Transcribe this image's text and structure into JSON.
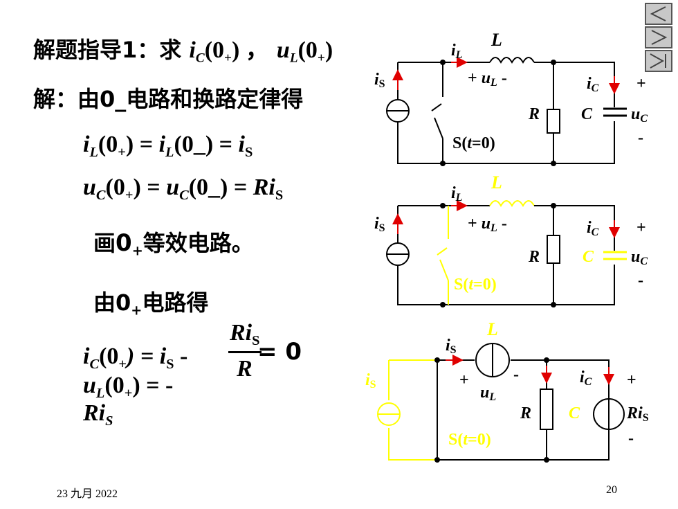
{
  "title": {
    "prefix": "解题指导1：求 ",
    "ic0": "i",
    "ic_sub": "C",
    "ic_arg": "(0",
    "ic_plus": "+",
    "ic_close": ") ，",
    "ul0": "u",
    "ul_sub": "L",
    "ul_arg": "(0",
    "ul_plus": "+",
    "ul_close": ")"
  },
  "solution": {
    "line1": "解：由0",
    "line1_minus": "_",
    "line1_rest": "电路和换路定律得",
    "eq1": {
      "lhs": "i",
      "lhs_sub": "L",
      "lhs_arg": "(0",
      "plus": "+",
      "mid": ") = ",
      "mid_i": "i",
      "mid_sub": "L",
      "mid_arg": "(0_) = ",
      "rhs": "i",
      "rhs_sub": "S"
    },
    "eq2": {
      "lhs": "u",
      "lhs_sub": "C",
      "lhs_arg": "(0",
      "plus": "+",
      "mid": ") = ",
      "mid_u": "u",
      "mid_sub": "C",
      "mid_arg": "(0_) = ",
      "rhs": "Ri",
      "rhs_sub": "S"
    },
    "draw": "画",
    "draw_zero": "0",
    "draw_plus": "+",
    "draw_rest": "等效电路。",
    "from": "由0",
    "from_plus": "+",
    "from_rest": "电路得",
    "eq3": {
      "lhs": "i",
      "lhs_sub": "C",
      "lhs_arg": "(0",
      "plus": "+",
      "mid": ") = i",
      "mid_sub": "S",
      "minus": " - ",
      "num": "Ri",
      "num_sub": "S",
      "den": "R",
      "result": "= 0"
    },
    "eq4": {
      "lhs": "u",
      "lhs_sub": "L",
      "lhs_arg": "(0",
      "plus": "+",
      "mid": ") = -",
      "line2": "Ri",
      "line2_sub": "S"
    }
  },
  "circuits": {
    "labels": {
      "iL": "i",
      "L_sub": "L",
      "L": "L",
      "uL": "+ u",
      "uL_minus": " -",
      "iS": "i",
      "S_sub": "S",
      "iC": "i",
      "C_sub": "C",
      "plus": "+",
      "minus": "-",
      "R": "R",
      "C": "C",
      "uC": "u",
      "switch": "S(t=0)",
      "Ris": "Ri"
    }
  },
  "footer": {
    "date": "23 九月 2022",
    "page": "20"
  },
  "nav": {
    "prev": "prev-icon",
    "next": "next-icon",
    "last": "last-icon"
  },
  "colors": {
    "yellow": "#ffff00",
    "red": "#e00000",
    "nav_bg": "#c8c8c8"
  }
}
